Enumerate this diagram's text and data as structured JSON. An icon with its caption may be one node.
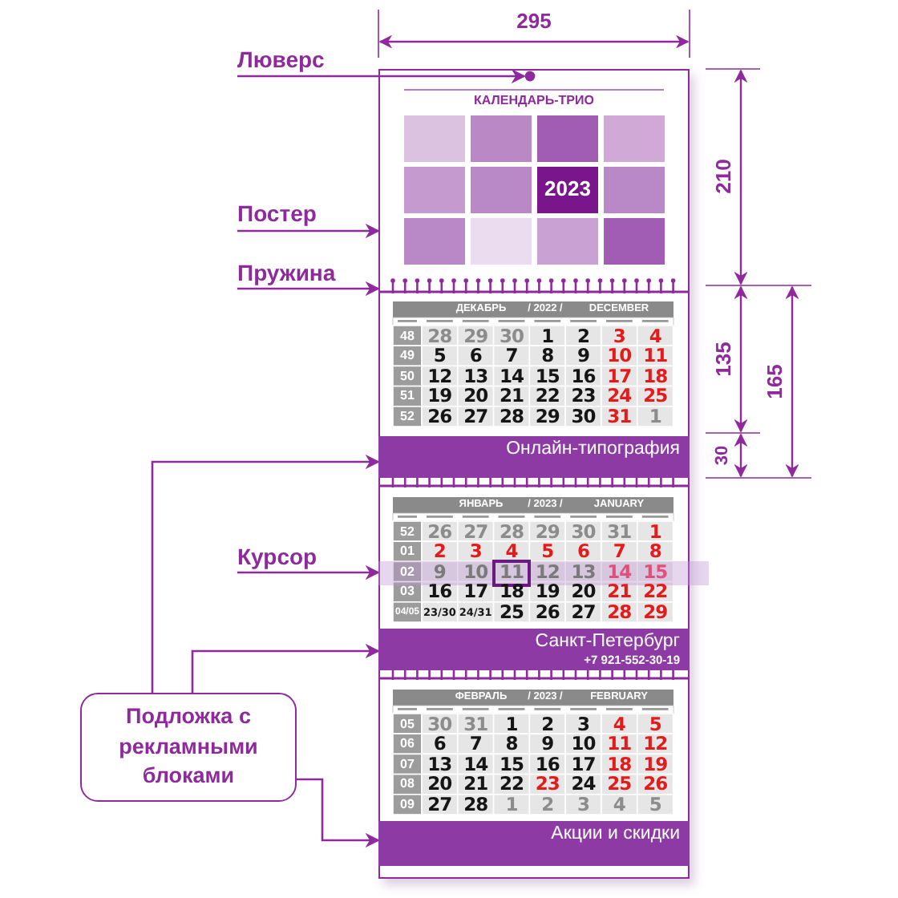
{
  "diagram": {
    "nodes": [
      {
        "text": [
          "Люверс"
        ]
      },
      {
        "text": [],
        "shape": "circle"
      },
      {
        "text": [
          "Постер"
        ]
      },
      {
        "text": [
          "КАЛЕНДАРЬ-ТРИО",
          "2023"
        ]
      },
      {
        "text": [
          "Пружина"
        ]
      },
      {
        "text": [],
        "shape": "bar"
      },
      {
        "text": [
          "Онлайн-типография"
        ]
      },
      {
        "text": [
          "Курсор"
        ]
      },
      {
        "text": [],
        "shape": "box"
      },
      {
        "text": [
          "Санкт-Петербург",
          "+7 921-552-30-19"
        ]
      },
      {
        "text": [
          "Подложка с рекламными блоками"
        ]
      },
      {
        "text": [
          "Акции и скидки"
        ]
      }
    ],
    "edges": [
      {
        "from": 0,
        "to": 1,
        "arrow": "to"
      },
      {
        "from": 2,
        "to": 3,
        "arrow": "to"
      },
      {
        "from": 4,
        "to": 5,
        "arrow": "to"
      },
      {
        "from": 7,
        "to": 8,
        "arrow": "to"
      },
      {
        "from": 10,
        "to": 6,
        "arrow": "to"
      },
      {
        "from": 10,
        "to": 9,
        "arrow": "to"
      },
      {
        "from": 10,
        "to": 11,
        "arrow": "to"
      }
    ],
    "labels": [
      "295",
      "210",
      "135",
      "165",
      "30",
      "ДЕКАБРЬ",
      "/ 2022 /",
      "DECEMBER",
      "48",
      "28",
      "29",
      "30",
      "1",
      "2",
      "3",
      "4",
      "49",
      "5",
      "6",
      "7",
      "8",
      "9",
      "10",
      "11",
      "50",
      "12",
      "13",
      "14",
      "15",
      "16",
      "17",
      "18",
      "51",
      "19",
      "20",
      "21",
      "22",
      "23",
      "24",
      "25",
      "52",
      "26",
      "27",
      "28",
      "29",
      "30",
      "31",
      "1",
      "ЯНВАРЬ",
      "/ 2023 /",
      "JANUARY",
      "52",
      "26",
      "27",
      "28",
      "29",
      "30",
      "31",
      "1",
      "01",
      "2",
      "3",
      "4",
      "5",
      "6",
      "7",
      "8",
      "02",
      "9",
      "10",
      "11",
      "12",
      "13",
      "14",
      "15",
      "03",
      "16",
      "17",
      "18",
      "19",
      "20",
      "21",
      "22",
      "04/05",
      "23/30",
      "24/31",
      "25",
      "26",
      "27",
      "28",
      "29",
      "ФЕВРАЛЬ",
      "/ 2023 /",
      "FEBRUARY",
      "05",
      "30",
      "31",
      "1",
      "2",
      "3",
      "4",
      "5",
      "06",
      "6",
      "7",
      "8",
      "9",
      "10",
      "11",
      "12",
      "07",
      "13",
      "14",
      "15",
      "16",
      "17",
      "18",
      "19",
      "08",
      "20",
      "21",
      "22",
      "23",
      "24",
      "25",
      "26",
      "09",
      "27",
      "28",
      "1",
      "2",
      "3",
      "4",
      "5"
    ]
  }
}
